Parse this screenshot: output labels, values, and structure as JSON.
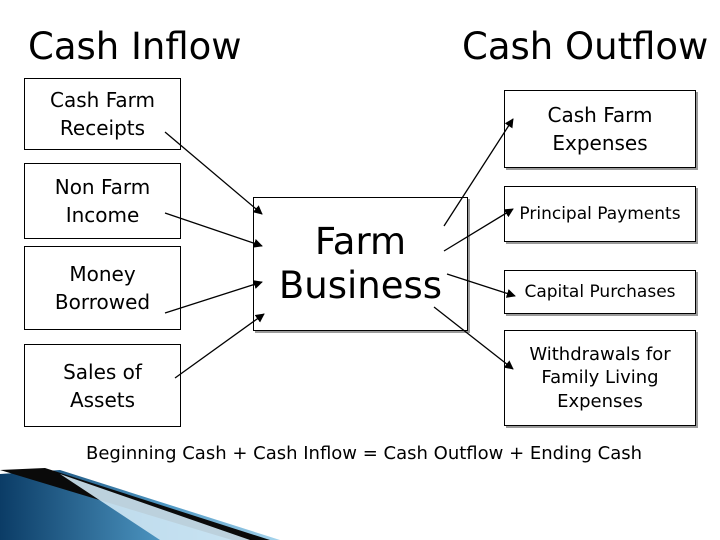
{
  "headings": {
    "inflow": "Cash Inflow",
    "outflow": "Cash Outflow"
  },
  "inflows": [
    {
      "label": "Cash Farm\nReceipts"
    },
    {
      "label": "Non Farm\nIncome"
    },
    {
      "label": "Money\nBorrowed"
    },
    {
      "label": "Sales of\nAssets"
    }
  ],
  "center": {
    "label": "Farm\nBusiness"
  },
  "outflows": [
    {
      "label": "Cash Farm\nExpenses"
    },
    {
      "label": "Principal Payments"
    },
    {
      "label": "Capital Purchases"
    },
    {
      "label": "Withdrawals for\nFamily Living\nExpenses"
    }
  ],
  "equation": "Beginning Cash + Cash Inflow = Cash Outflow + Ending Cash",
  "colors": {
    "accent_dark": "#0b3c66",
    "accent_light": "#6ab3d9"
  }
}
